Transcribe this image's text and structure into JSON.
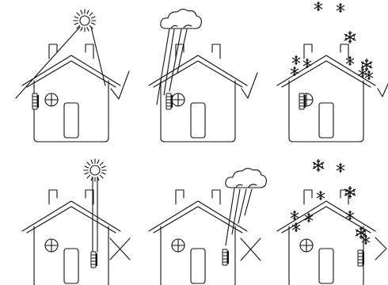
{
  "colors": {
    "ink": "#111111",
    "background": "#ffffff"
  },
  "panels": [
    {
      "id": "sun-unit-open",
      "weather": "sun-icon",
      "unit_side": "left",
      "unit_sheltered": false,
      "verdict": "check-mark-icon"
    },
    {
      "id": "rain-unit-sheltered",
      "weather": "cloud-rain-icon",
      "unit_side": "left",
      "unit_sheltered": true,
      "verdict": "check-mark-icon"
    },
    {
      "id": "snow-unit-sheltered",
      "weather": "snowflakes-icon",
      "unit_side": "left",
      "unit_sheltered": true,
      "verdict": "check-mark-icon"
    },
    {
      "id": "sun-unit-exposed",
      "weather": "sun-icon",
      "unit_side": "right",
      "unit_sheltered": false,
      "verdict": "cross-mark-icon"
    },
    {
      "id": "rain-unit-exposed",
      "weather": "cloud-rain-icon",
      "unit_side": "right",
      "unit_sheltered": false,
      "verdict": "cross-mark-icon"
    },
    {
      "id": "snow-unit-exposed",
      "weather": "snowflakes-icon",
      "unit_side": "right",
      "unit_sheltered": false,
      "verdict": "cross-mark-icon"
    }
  ]
}
